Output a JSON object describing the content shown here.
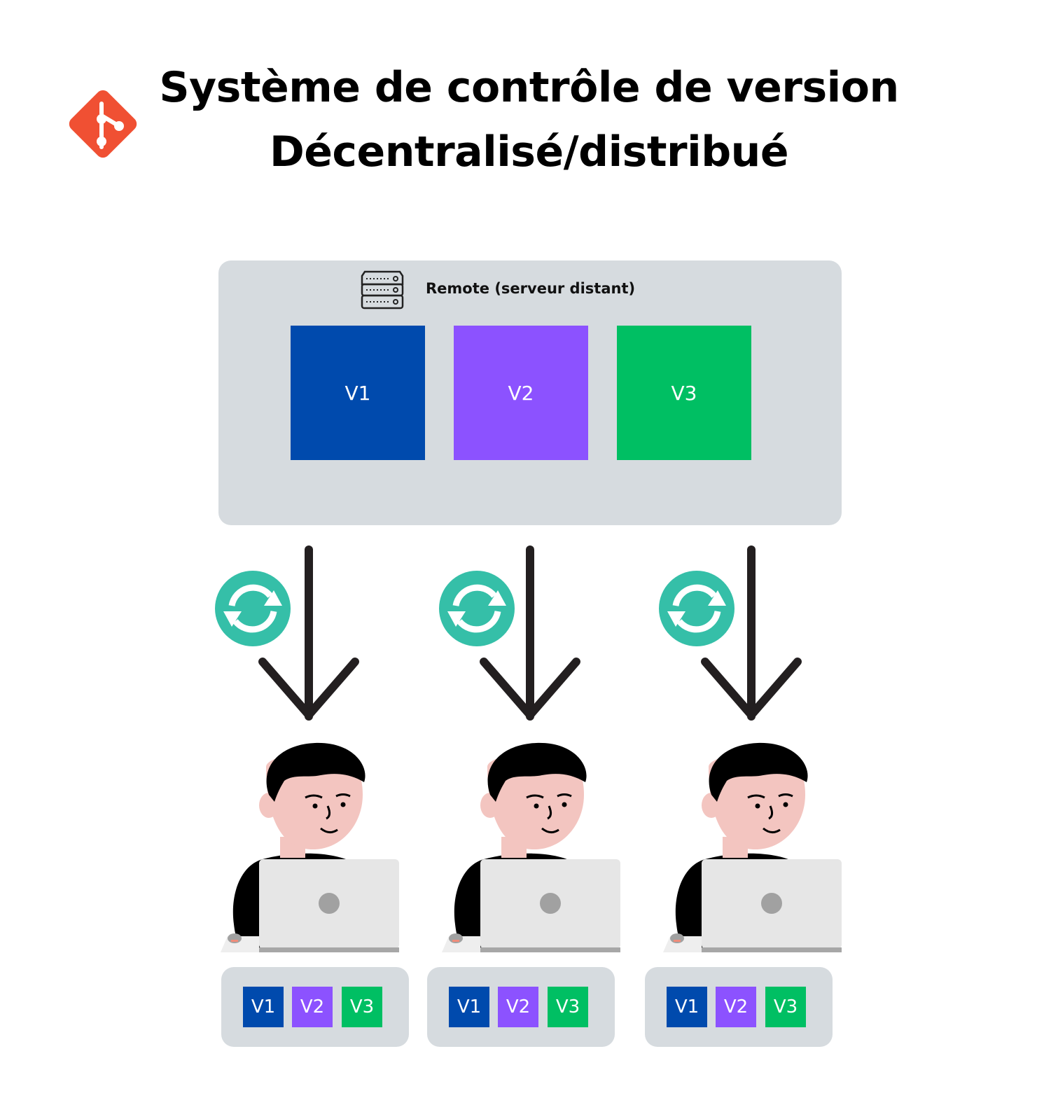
{
  "header": {
    "title_line1": "Système de contrôle de version",
    "title_line2": "Décentralisé/distribué",
    "logo_icon": "git-logo-icon",
    "logo_color": "#f05033"
  },
  "remote": {
    "label": "Remote (serveur distant)",
    "icon": "server-icon",
    "versions": [
      {
        "label": "V1",
        "color": "#004aad"
      },
      {
        "label": "V2",
        "color": "#8c52ff"
      },
      {
        "label": "V3",
        "color": "#00bf63"
      }
    ]
  },
  "sync": {
    "icon": "sync-icon",
    "color": "#35bfa8",
    "arrow_icon": "arrow-down-icon"
  },
  "developers": [
    {
      "icon": "developer-laptop-icon",
      "versions": [
        "V1",
        "V2",
        "V3"
      ]
    },
    {
      "icon": "developer-laptop-icon",
      "versions": [
        "V1",
        "V2",
        "V3"
      ]
    },
    {
      "icon": "developer-laptop-icon",
      "versions": [
        "V1",
        "V2",
        "V3"
      ]
    }
  ]
}
